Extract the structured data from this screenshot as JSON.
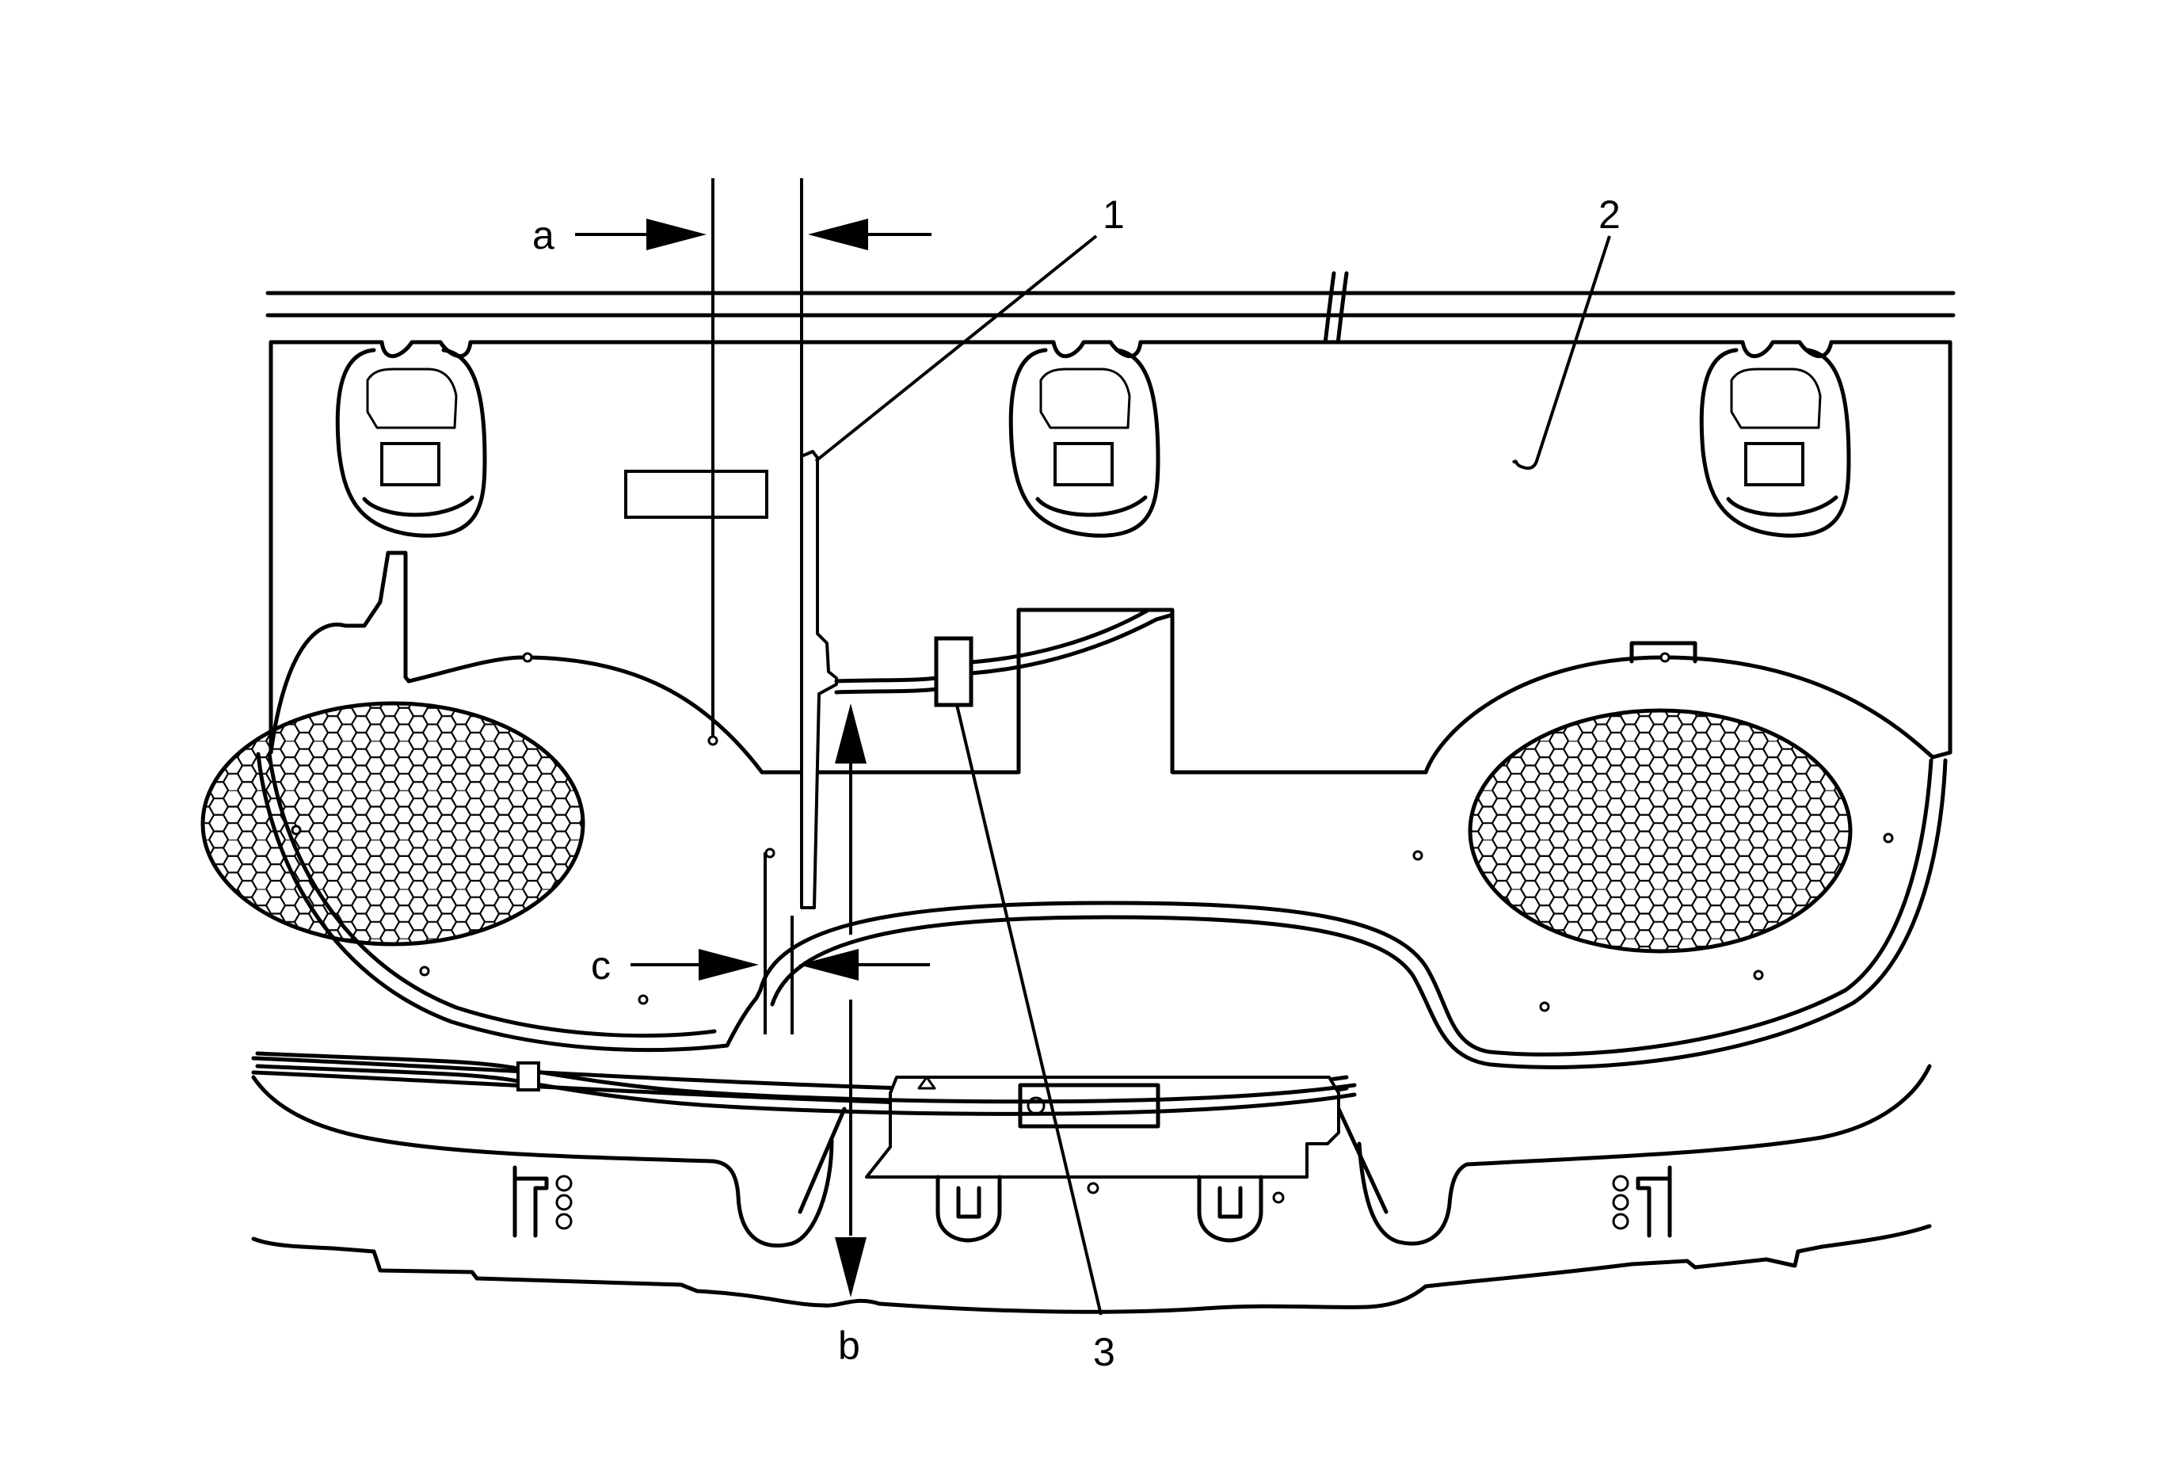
{
  "callouts": {
    "c1": "1",
    "c2": "2",
    "c3": "3"
  },
  "dimensions": {
    "a": "a",
    "b": "b",
    "c": "c"
  },
  "colors": {
    "line": "#000000",
    "background": "#ffffff"
  }
}
